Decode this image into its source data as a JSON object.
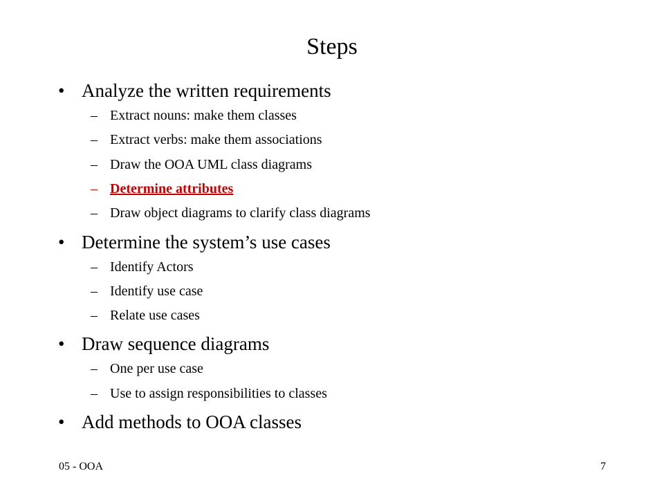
{
  "slide": {
    "title": "Steps",
    "bullet_marker": "•",
    "dash_marker": "–",
    "bullets": [
      {
        "text": "Analyze the written requirements",
        "subitems": [
          {
            "text": "Extract nouns: make them classes",
            "highlighted": false
          },
          {
            "text": "Extract verbs: make them associations",
            "highlighted": false
          },
          {
            "text": "Draw the OOA UML class diagrams",
            "highlighted": false
          },
          {
            "text": "Determine attributes",
            "highlighted": true
          },
          {
            "text": "Draw object diagrams to clarify class diagrams",
            "highlighted": false
          }
        ]
      },
      {
        "text": "Determine the system’s use cases",
        "subitems": [
          {
            "text": "Identify Actors",
            "highlighted": false
          },
          {
            "text": "Identify use case",
            "highlighted": false
          },
          {
            "text": "Relate use cases",
            "highlighted": false
          }
        ]
      },
      {
        "text": "Draw sequence diagrams",
        "subitems": [
          {
            "text": "One per use case",
            "highlighted": false
          },
          {
            "text": "Use to assign responsibilities to classes",
            "highlighted": false
          }
        ]
      },
      {
        "text": "Add methods to OOA classes",
        "subitems": []
      }
    ],
    "highlight_color": "#cc0000",
    "footer": {
      "left": "05 - OOA",
      "page_number": "7"
    }
  }
}
